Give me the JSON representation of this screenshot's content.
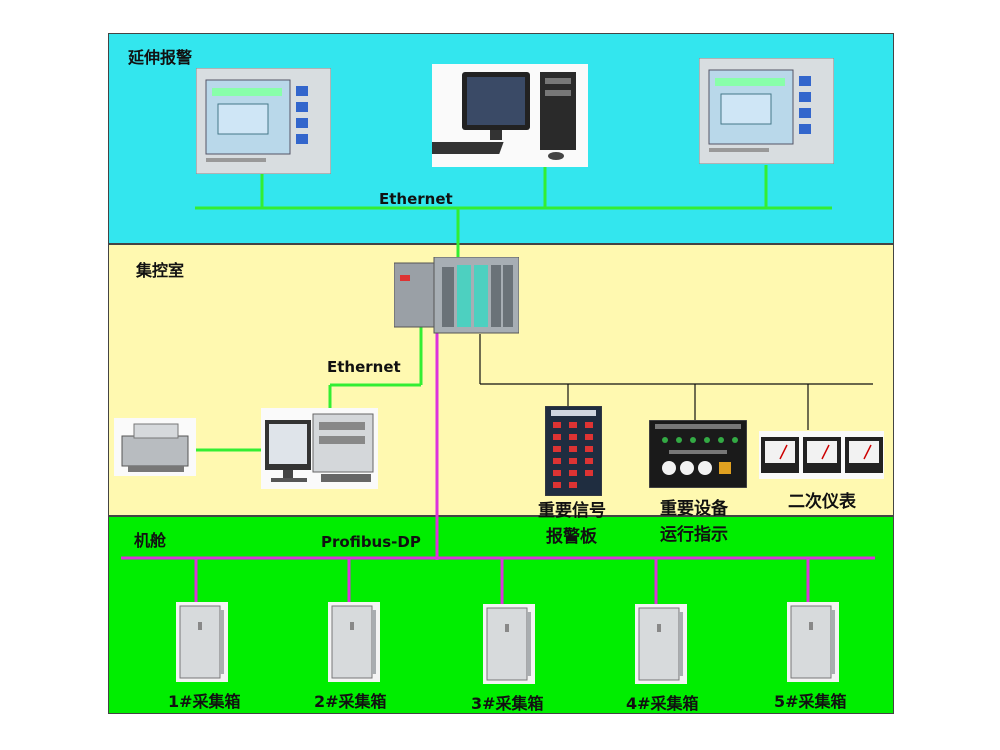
{
  "zones": {
    "extension_alarm": "延伸报警",
    "control_room": "集控室",
    "engine_room": "机舱"
  },
  "networks": {
    "ethernet_top": "Ethernet",
    "ethernet_mid": "Ethernet",
    "profibus": "Profibus-DP"
  },
  "devices": {
    "alarm_panel_line1": "重要信号",
    "alarm_panel_line2": "报警板",
    "indicator_line1": "重要设备",
    "indicator_line2": "运行指示",
    "instruments": "二次仪表"
  },
  "collectors": [
    "1#采集箱",
    "2#采集箱",
    "3#采集箱",
    "4#采集箱",
    "5#采集箱"
  ],
  "colors": {
    "ethernet": "#33ee33",
    "profibus": "#dd33dd",
    "top_zone": "#33e6ee",
    "mid_zone": "#fff9b0",
    "bottom_zone": "#00ee00"
  }
}
